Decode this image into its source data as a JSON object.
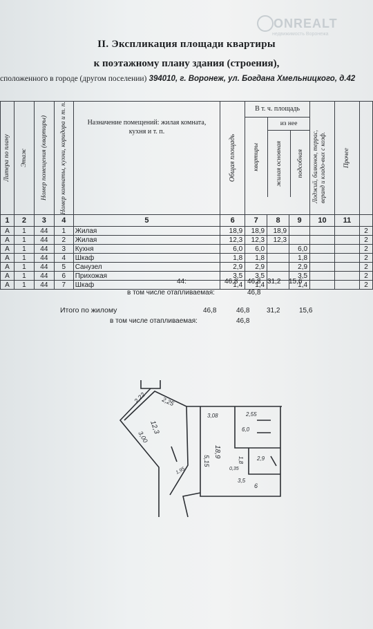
{
  "watermark": {
    "brand": "ONREALT",
    "sub": "недвижимость Воронежа"
  },
  "header": {
    "title": "II. Экспликация площади квартиры",
    "subtitle": "к поэтажному плану здания (строения),",
    "address_prefix": "сположенного в городе (другом поселении)",
    "address": "394010, г. Воронеж, ул. Богдана Хмельницкого, д.42"
  },
  "columns": {
    "c1": "Литера по плану",
    "c2": "Этаж",
    "c3": "Номер помещения (квартиры)",
    "c4": "Номер комнаты, кухни, коридора и т. п.",
    "c5": "Назначение помещений: жилая комната, кухня и т. п.",
    "c6": "Общая площадь",
    "group": "В т. ч. площадь",
    "c7": "квартиры",
    "subgroup": "из нее",
    "c8": "жилая основная",
    "c9": "подсобная",
    "c10": "Лоджий, балконов, террас, веранд и кладо-вых с коэф.",
    "c11": "Прочее"
  },
  "column_numbers": [
    "1",
    "2",
    "3",
    "4",
    "5",
    "6",
    "7",
    "8",
    "9",
    "10",
    "11"
  ],
  "rows": [
    {
      "lit": "А",
      "floor": "1",
      "apt": "44",
      "no": "1",
      "name": "Жилая",
      "total": "18,9",
      "apt_area": "18,9",
      "living": "18,9",
      "aux": "",
      "last": "2"
    },
    {
      "lit": "А",
      "floor": "1",
      "apt": "44",
      "no": "2",
      "name": "Жилая",
      "total": "12,3",
      "apt_area": "12,3",
      "living": "12,3",
      "aux": "",
      "last": "2"
    },
    {
      "lit": "А",
      "floor": "1",
      "apt": "44",
      "no": "3",
      "name": "Кухня",
      "total": "6,0",
      "apt_area": "6,0",
      "living": "",
      "aux": "6,0",
      "last": "2"
    },
    {
      "lit": "А",
      "floor": "1",
      "apt": "44",
      "no": "4",
      "name": "Шкаф",
      "total": "1,8",
      "apt_area": "1,8",
      "living": "",
      "aux": "1,8",
      "last": "2"
    },
    {
      "lit": "А",
      "floor": "1",
      "apt": "44",
      "no": "5",
      "name": "Санузел",
      "total": "2,9",
      "apt_area": "2,9",
      "living": "",
      "aux": "2,9",
      "last": "2"
    },
    {
      "lit": "А",
      "floor": "1",
      "apt": "44",
      "no": "6",
      "name": "Прихожая",
      "total": "3,5",
      "apt_area": "3,5",
      "living": "",
      "aux": "3,5",
      "last": "2"
    },
    {
      "lit": "А",
      "floor": "1",
      "apt": "44",
      "no": "7",
      "name": "Шкаф",
      "total": "1,4",
      "apt_area": "1,4",
      "living": "",
      "aux": "1,4",
      "last": "2"
    }
  ],
  "summary": {
    "apt_label": "44:",
    "apt_total": "46,8",
    "apt_area": "46,8",
    "apt_living": "31,2",
    "apt_aux": "15,6",
    "heated_label": "в том числе отапливаемая:",
    "heated_value": "46,8",
    "itogo_label": "Итого по жилому",
    "itogo_total": "46,8",
    "itogo_area": "46,8",
    "itogo_living": "31,2",
    "itogo_aux": "15,6",
    "itogo_heated_label": "в том числе отапливаемая:",
    "itogo_heated_value": "46,8"
  },
  "plan": {
    "room_a": "2,22",
    "room_b": "2,25",
    "room_c": "12,3",
    "room_d": "3,00",
    "room_e": "1,95",
    "room_f": "3,08",
    "room_g": "2,55",
    "room_h": "6,0",
    "room_i": "18,9",
    "room_j": "5,15",
    "room_k": "2,9",
    "room_l": "1,8",
    "room_m": "0,35",
    "room_n": "3,5",
    "room_o": "6"
  }
}
